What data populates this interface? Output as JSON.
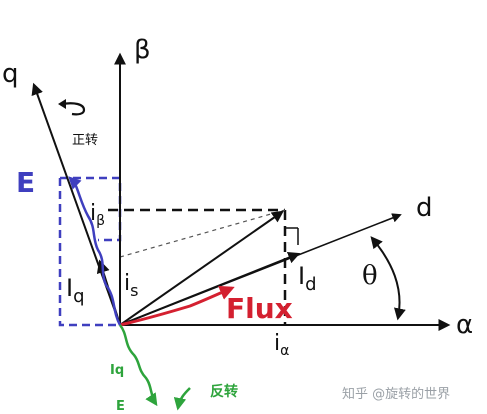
{
  "axes": {
    "beta": "β",
    "alpha": "α",
    "q": "q",
    "d": "d"
  },
  "labels": {
    "i_beta_main": "i",
    "i_beta_sub": "β",
    "i_alpha_main": "i",
    "i_alpha_sub": "α",
    "i_s_main": "i",
    "i_s_sub": "s",
    "I_q_main": "I",
    "I_q_sub": "q",
    "I_d_main": "I",
    "I_d_sub": "d",
    "theta": "θ",
    "flux": "Flux",
    "E_blue": "E",
    "forward_rotation": "正转",
    "reverse_rotation": "反转",
    "Iq_green": "Iq",
    "E_green": "E"
  },
  "watermark": "知乎 @旋转的世界",
  "colors": {
    "black": "#111111",
    "blue": "#3f3fbf",
    "red": "#d42030",
    "green": "#2ea43c",
    "gray": "#9aa0a6"
  }
}
